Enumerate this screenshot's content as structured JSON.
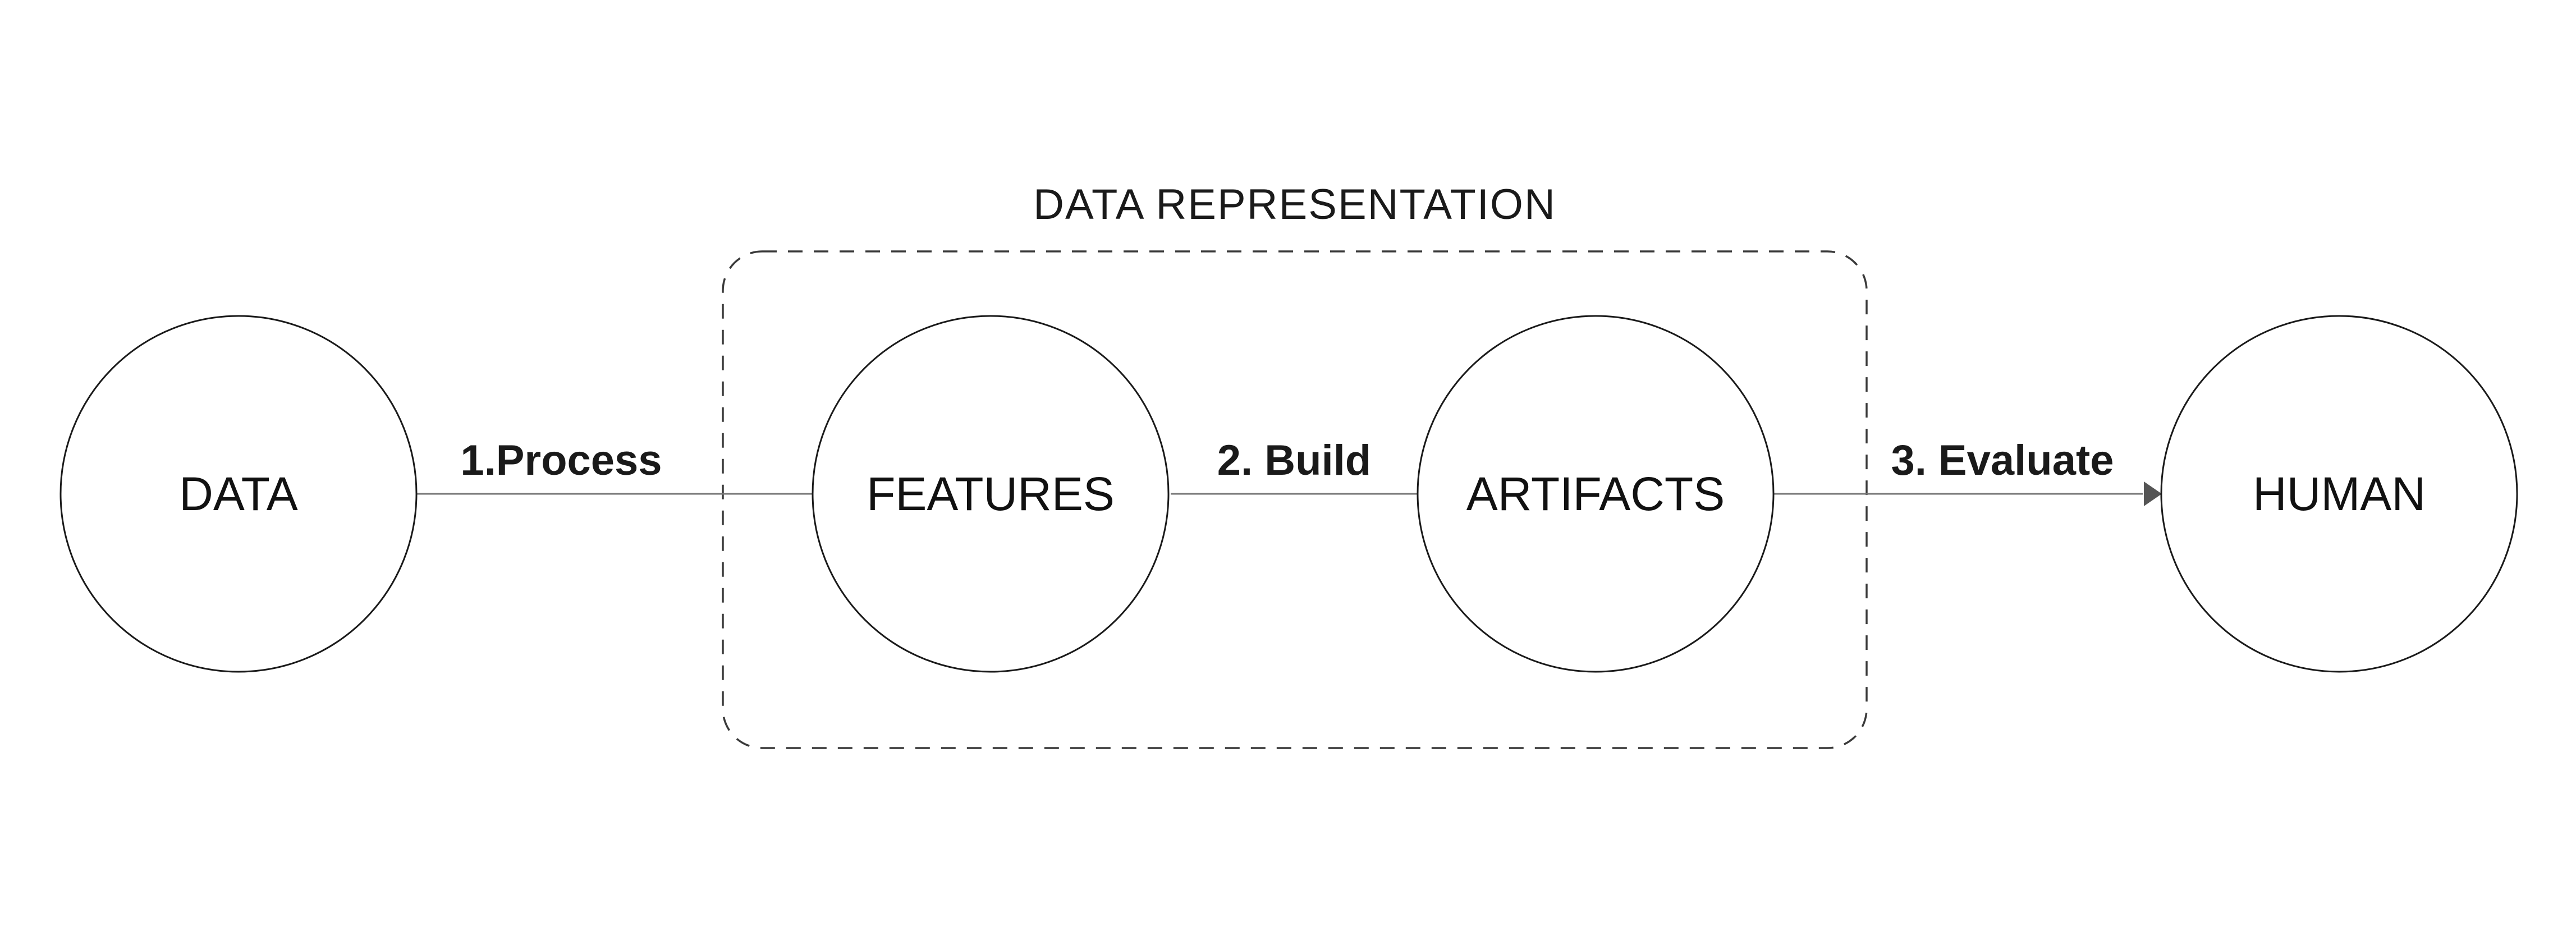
{
  "diagram": {
    "group": {
      "label": "DATA REPRESENTATION"
    },
    "nodes": [
      {
        "id": "data",
        "label": "DATA"
      },
      {
        "id": "features",
        "label": "FEATURES"
      },
      {
        "id": "artifacts",
        "label": "ARTIFACTS"
      },
      {
        "id": "human",
        "label": "HUMAN"
      }
    ],
    "edges": [
      {
        "from": "data",
        "to": "features",
        "label": "1.Process",
        "arrow": false
      },
      {
        "from": "features",
        "to": "artifacts",
        "label": "2. Build",
        "arrow": false
      },
      {
        "from": "artifacts",
        "to": "human",
        "label": "3. Evaluate",
        "arrow": true
      }
    ]
  }
}
